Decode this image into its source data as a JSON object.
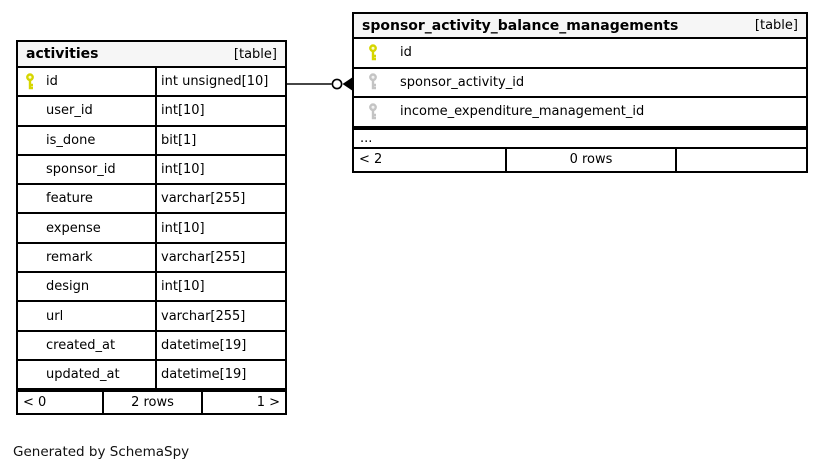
{
  "diagram": {
    "generated_by": "Generated by SchemaSpy",
    "tables": [
      {
        "name": "activities",
        "type_label": "[table]",
        "columns": [
          {
            "name": "id",
            "type": "int unsigned[10]",
            "key": "primary"
          },
          {
            "name": "user_id",
            "type": "int[10]",
            "key": "none"
          },
          {
            "name": "is_done",
            "type": "bit[1]",
            "key": "none"
          },
          {
            "name": "sponsor_id",
            "type": "int[10]",
            "key": "none"
          },
          {
            "name": "feature",
            "type": "varchar[255]",
            "key": "none"
          },
          {
            "name": "expense",
            "type": "int[10]",
            "key": "none"
          },
          {
            "name": "remark",
            "type": "varchar[255]",
            "key": "none"
          },
          {
            "name": "design",
            "type": "int[10]",
            "key": "none"
          },
          {
            "name": "url",
            "type": "varchar[255]",
            "key": "none"
          },
          {
            "name": "created_at",
            "type": "datetime[19]",
            "key": "none"
          },
          {
            "name": "updated_at",
            "type": "datetime[19]",
            "key": "none"
          }
        ],
        "footer": {
          "left": "< 0",
          "center": "2 rows",
          "right": "1 >"
        }
      },
      {
        "name": "sponsor_activity_balance_managements",
        "type_label": "[table]",
        "columns": [
          {
            "name": "id",
            "key": "primary"
          },
          {
            "name": "sponsor_activity_id",
            "key": "foreign"
          },
          {
            "name": "income_expenditure_management_id",
            "key": "foreign"
          }
        ],
        "ellipsis": "...",
        "footer": {
          "left": "< 2",
          "center": "0 rows",
          "right": ""
        }
      }
    ],
    "relationships": [
      {
        "from": "activities.id",
        "to": "sponsor_activity_balance_managements.sponsor_activity_id"
      }
    ],
    "colors": {
      "header_bg": "#f6f6f6",
      "border": "#000000",
      "primary_key_icon": "#d6d600",
      "foreign_key_icon": "#c4c4c4",
      "connector_line": "#2b2b2b"
    }
  }
}
